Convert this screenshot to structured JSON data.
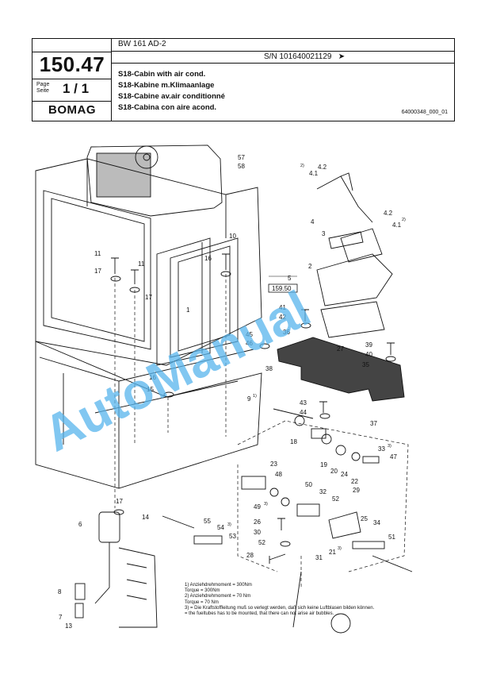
{
  "header": {
    "model": "BW 161 AD-2",
    "serial": "S/N 101640021129",
    "serial_arrow": "➤",
    "page_number": "150.47",
    "page_label_1": "Page",
    "page_label_2": "Seite",
    "page_of": "1 / 1",
    "brand": "BOMAG",
    "titles": [
      "S18-Cabin with air cond.",
      "S18-Kabine m.Klimaanlage",
      "S18-Cabine av.air conditionné",
      "S18-Cabina con aire acond."
    ],
    "doc_number": "64000348_000_01"
  },
  "diagram": {
    "callouts": {
      "c57": "57",
      "c58": "58",
      "c10": "10",
      "c16a": "16",
      "c11a": "11",
      "c11b": "11",
      "c17a": "17",
      "c17b": "17",
      "c5": "5",
      "c159": "159.50",
      "c1": "1",
      "c41": "41",
      "c42": "42",
      "c36": "36",
      "c45": "45",
      "c46": "46",
      "c27": "27",
      "c38": "38",
      "c39": "39",
      "c40": "40",
      "c35": "35",
      "c16b": "16",
      "c15": "15",
      "c9": "9",
      "c43": "43",
      "c44": "44",
      "c37": "37",
      "c18": "18",
      "c19": "19",
      "c20": "20",
      "c24": "24",
      "c22": "22",
      "c33": "33",
      "c47": "47",
      "c29": "29",
      "c23": "23",
      "c48": "48",
      "c49": "49",
      "c50": "50",
      "c32": "32",
      "c52a": "52",
      "c25": "25",
      "c26": "26",
      "c30": "30",
      "c52b": "52",
      "c28": "28",
      "c31": "31",
      "c34": "34",
      "c21": "21",
      "c51": "51",
      "c55": "55",
      "c54": "54",
      "c53": "53",
      "c17c": "17",
      "c14": "14",
      "c6": "6",
      "c8": "8",
      "c7": "7",
      "c13": "13",
      "c41b": "4.1",
      "c42b": "4.2",
      "c4": "4",
      "c42c": "4.2",
      "c41c": "4.1",
      "c3": "3",
      "c2": "2"
    }
  },
  "notes": [
    "1) Anziehdrehmoment = 300Nm",
    "    Torque = 300Nm",
    "2) Anziehdrehmoment = 70 Nm",
    "    Torque = 70 Nm",
    "3) = Die Kraftstoffleitung muß so verlegt werden, daß sich keine  Luftblasen bilden können.",
    "    = the fueltubes has to be mounted, that there can not arise air bubbles."
  ],
  "watermark": "AutoManual",
  "colors": {
    "watermark": "#57b4ec",
    "line": "#111111"
  }
}
